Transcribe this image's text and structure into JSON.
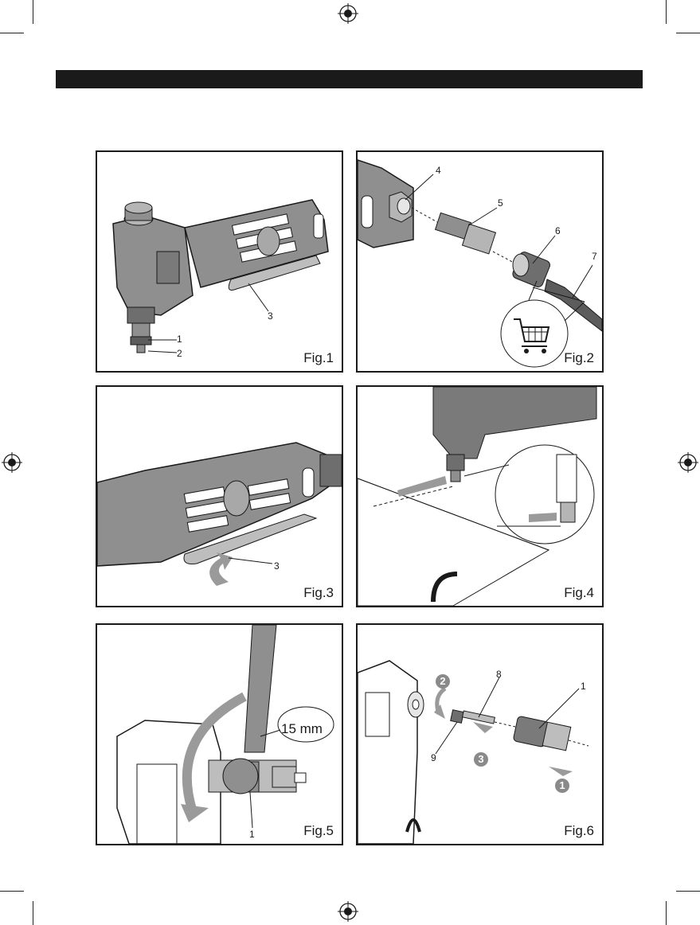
{
  "header": {
    "bar_color": "#1a1a1a"
  },
  "figures": [
    {
      "label": "Fig.1",
      "callouts": [
        "1",
        "2",
        "3"
      ]
    },
    {
      "label": "Fig.2",
      "callouts": [
        "4",
        "5",
        "6",
        "7"
      ],
      "icon": "shopping-cart-icon"
    },
    {
      "label": "Fig.3",
      "callouts": [
        "3"
      ]
    },
    {
      "label": "Fig.4",
      "callouts": []
    },
    {
      "label": "Fig.5",
      "callouts": [
        "1"
      ],
      "wrench_size": "15 mm"
    },
    {
      "label": "Fig.6",
      "callouts": [
        "8",
        "1",
        "9"
      ],
      "steps": [
        "2",
        "3",
        "1"
      ]
    }
  ],
  "colors": {
    "ink": "#1a1a1a",
    "tool_body": "#8f8f8f",
    "tool_dark": "#5c5c5c",
    "arrow": "#9a9a9a"
  }
}
